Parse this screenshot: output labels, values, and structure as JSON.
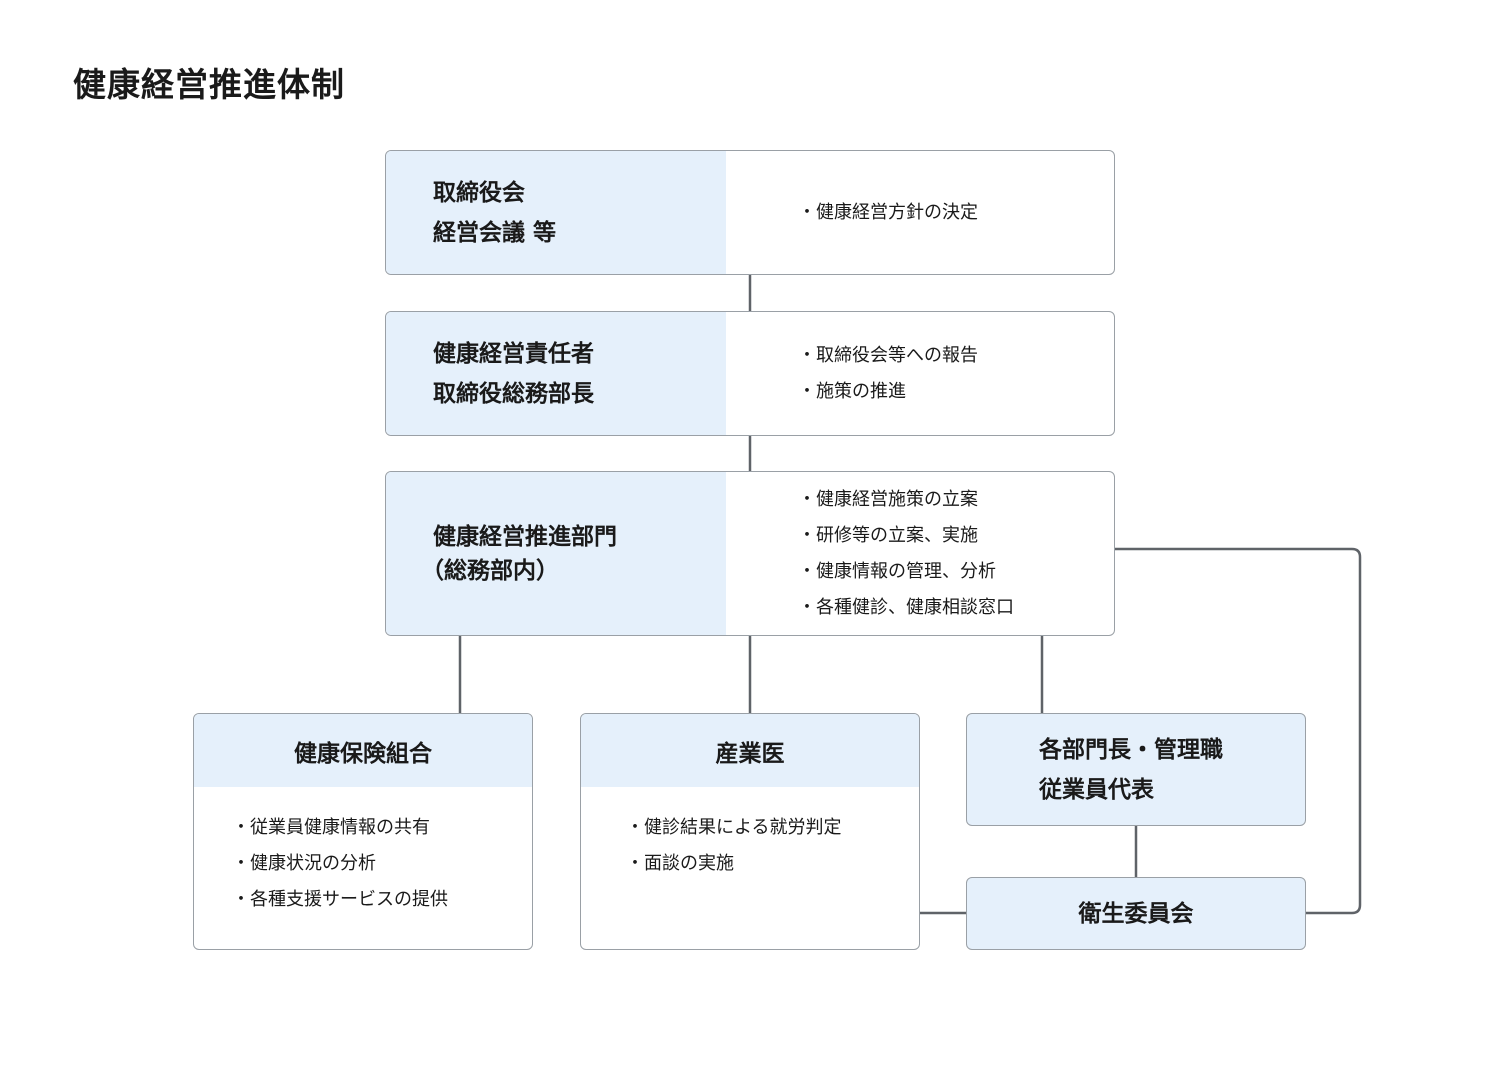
{
  "title": "健康経営推進体制",
  "tiers": [
    {
      "label": [
        "取締役会",
        "経営会議 等"
      ],
      "items": [
        "健康経営方針の決定"
      ]
    },
    {
      "label": [
        "健康経営責任者",
        "取締役総務部長"
      ],
      "items": [
        "取締役会等への報告",
        "施策の推進"
      ]
    },
    {
      "label": [
        "健康経営推進部門",
        "（総務部内）"
      ],
      "items": [
        "健康経営施策の立案",
        "研修等の立案、実施",
        "健康情報の管理、分析",
        "各種健診、健康相談窓口"
      ]
    }
  ],
  "units": [
    {
      "name": "健康保険組合",
      "items": [
        "従業員健康情報の共有",
        "健康状況の分析",
        "各種支援サービスの提供"
      ]
    },
    {
      "name": "産業医",
      "items": [
        "健診結果による就労判定",
        "面談の実施"
      ]
    }
  ],
  "managers": [
    "各部門長・管理職",
    "従業員代表"
  ],
  "committee": "衛生委員会",
  "colors": {
    "header_fill": "#e5f0fb",
    "border": "#9aa0a6",
    "connector": "#5f6368"
  }
}
